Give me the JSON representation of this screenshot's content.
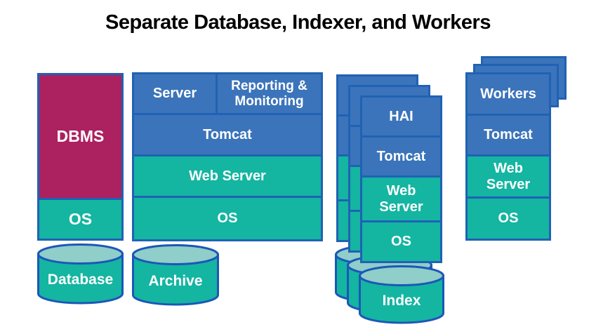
{
  "title": "Separate Database, Indexer, and Workers",
  "colors": {
    "blue_fill": "#3b74ba",
    "teal_fill": "#14b5a1",
    "magenta_fill": "#ac2160",
    "outline_blue": "#2062b4",
    "cylinder_outline": "#1c57b8",
    "cylinder_top_fill": "#8fcec9",
    "label_text": "#ffffff",
    "title_text": "#000000",
    "background": "#ffffff"
  },
  "database_stack": {
    "dbms_label": "DBMS",
    "os_label": "OS",
    "cylinder_label": "Database"
  },
  "app_server_stack": {
    "server_label": "Server",
    "reporting_label": "Reporting & Monitoring",
    "tomcat_label": "Tomcat",
    "web_server_label": "Web Server",
    "os_label": "OS",
    "cylinder_label": "Archive"
  },
  "indexer_stack": {
    "hai_label": "HAI",
    "tomcat_label": "Tomcat",
    "web_server_label": "Web Server",
    "os_label": "OS",
    "cylinder_label": "Index",
    "copy_count": 3
  },
  "workers_stack": {
    "workers_label": "Workers",
    "tomcat_label": "Tomcat",
    "web_server_label": "Web Server",
    "os_label": "OS",
    "copy_count": 3
  }
}
